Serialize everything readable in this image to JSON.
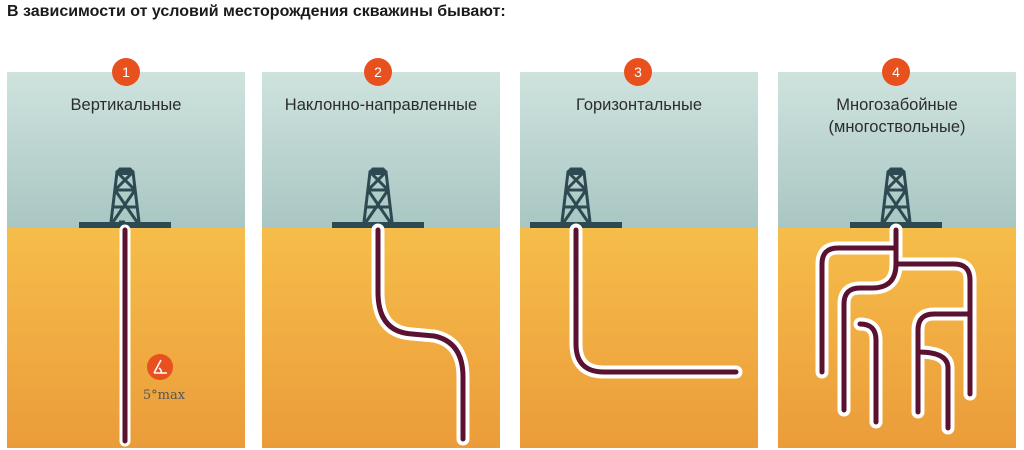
{
  "title": "В зависимости от условий месторождения скважины бывают:",
  "wells": [
    {
      "number": "1",
      "label": "Вертикальные",
      "type": "vertical",
      "angle_note": "5°max"
    },
    {
      "number": "2",
      "label": "Наклонно-направленные",
      "type": "directional"
    },
    {
      "number": "3",
      "label": "Горизонтальные",
      "type": "horizontal"
    },
    {
      "number": "4",
      "label": "Многозабойные\n(многоствольные)",
      "type": "multilateral"
    }
  ],
  "icons": {
    "angle_badge": "angle-icon",
    "rig": "drilling-rig-icon"
  },
  "colors": {
    "sky_top": "#cfe3de",
    "sky_bottom": "#a9c6c3",
    "ground_top": "#f6bd4a",
    "ground_bottom": "#eb9c3a",
    "badge": "#e8501e",
    "rig": "#2d4a52",
    "pipe": "#5a1230",
    "pipe_outline": "#ffffff"
  }
}
